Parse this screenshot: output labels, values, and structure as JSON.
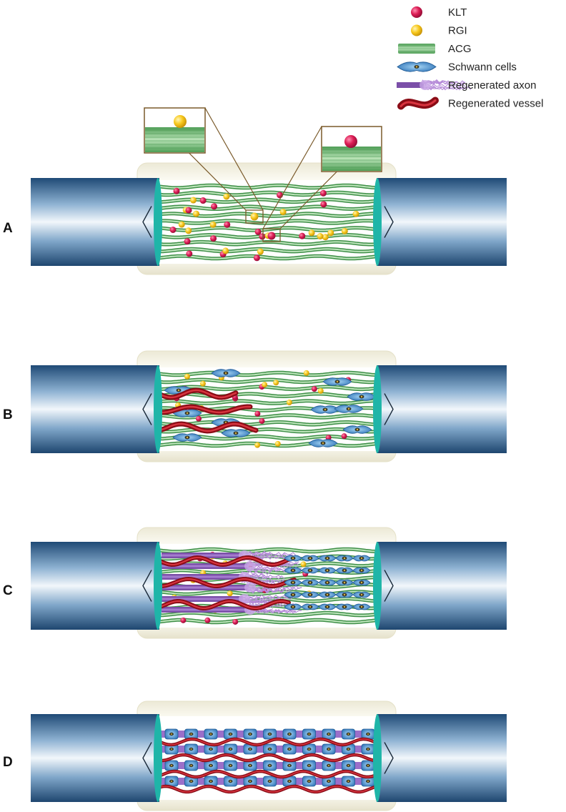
{
  "legend": {
    "items": [
      {
        "key": "klt",
        "label": "KLT"
      },
      {
        "key": "rgi",
        "label": "RGI"
      },
      {
        "key": "acg",
        "label": "ACG"
      },
      {
        "key": "schwann",
        "label": "Schwann cells"
      },
      {
        "key": "axon",
        "label": "Regenerated axon"
      },
      {
        "key": "vessel",
        "label": "Regenerated vessel"
      }
    ]
  },
  "panels": [
    {
      "label": "A",
      "stage": "scaffold"
    },
    {
      "label": "B",
      "stage": "schwann-vessel"
    },
    {
      "label": "C",
      "stage": "axon-growth"
    },
    {
      "label": "D",
      "stage": "regenerated"
    }
  ],
  "colors": {
    "klt": "#d81b52",
    "rgi": "#f7c81f",
    "acg": "#6fbf73",
    "schwann": "#4a8fd0",
    "axon": "#7b4fa8",
    "vessel": "#b3121f",
    "nerve_stump": "#2f5d8a",
    "conduit": "#f4f1de",
    "end_face": "#1fb5a8"
  }
}
